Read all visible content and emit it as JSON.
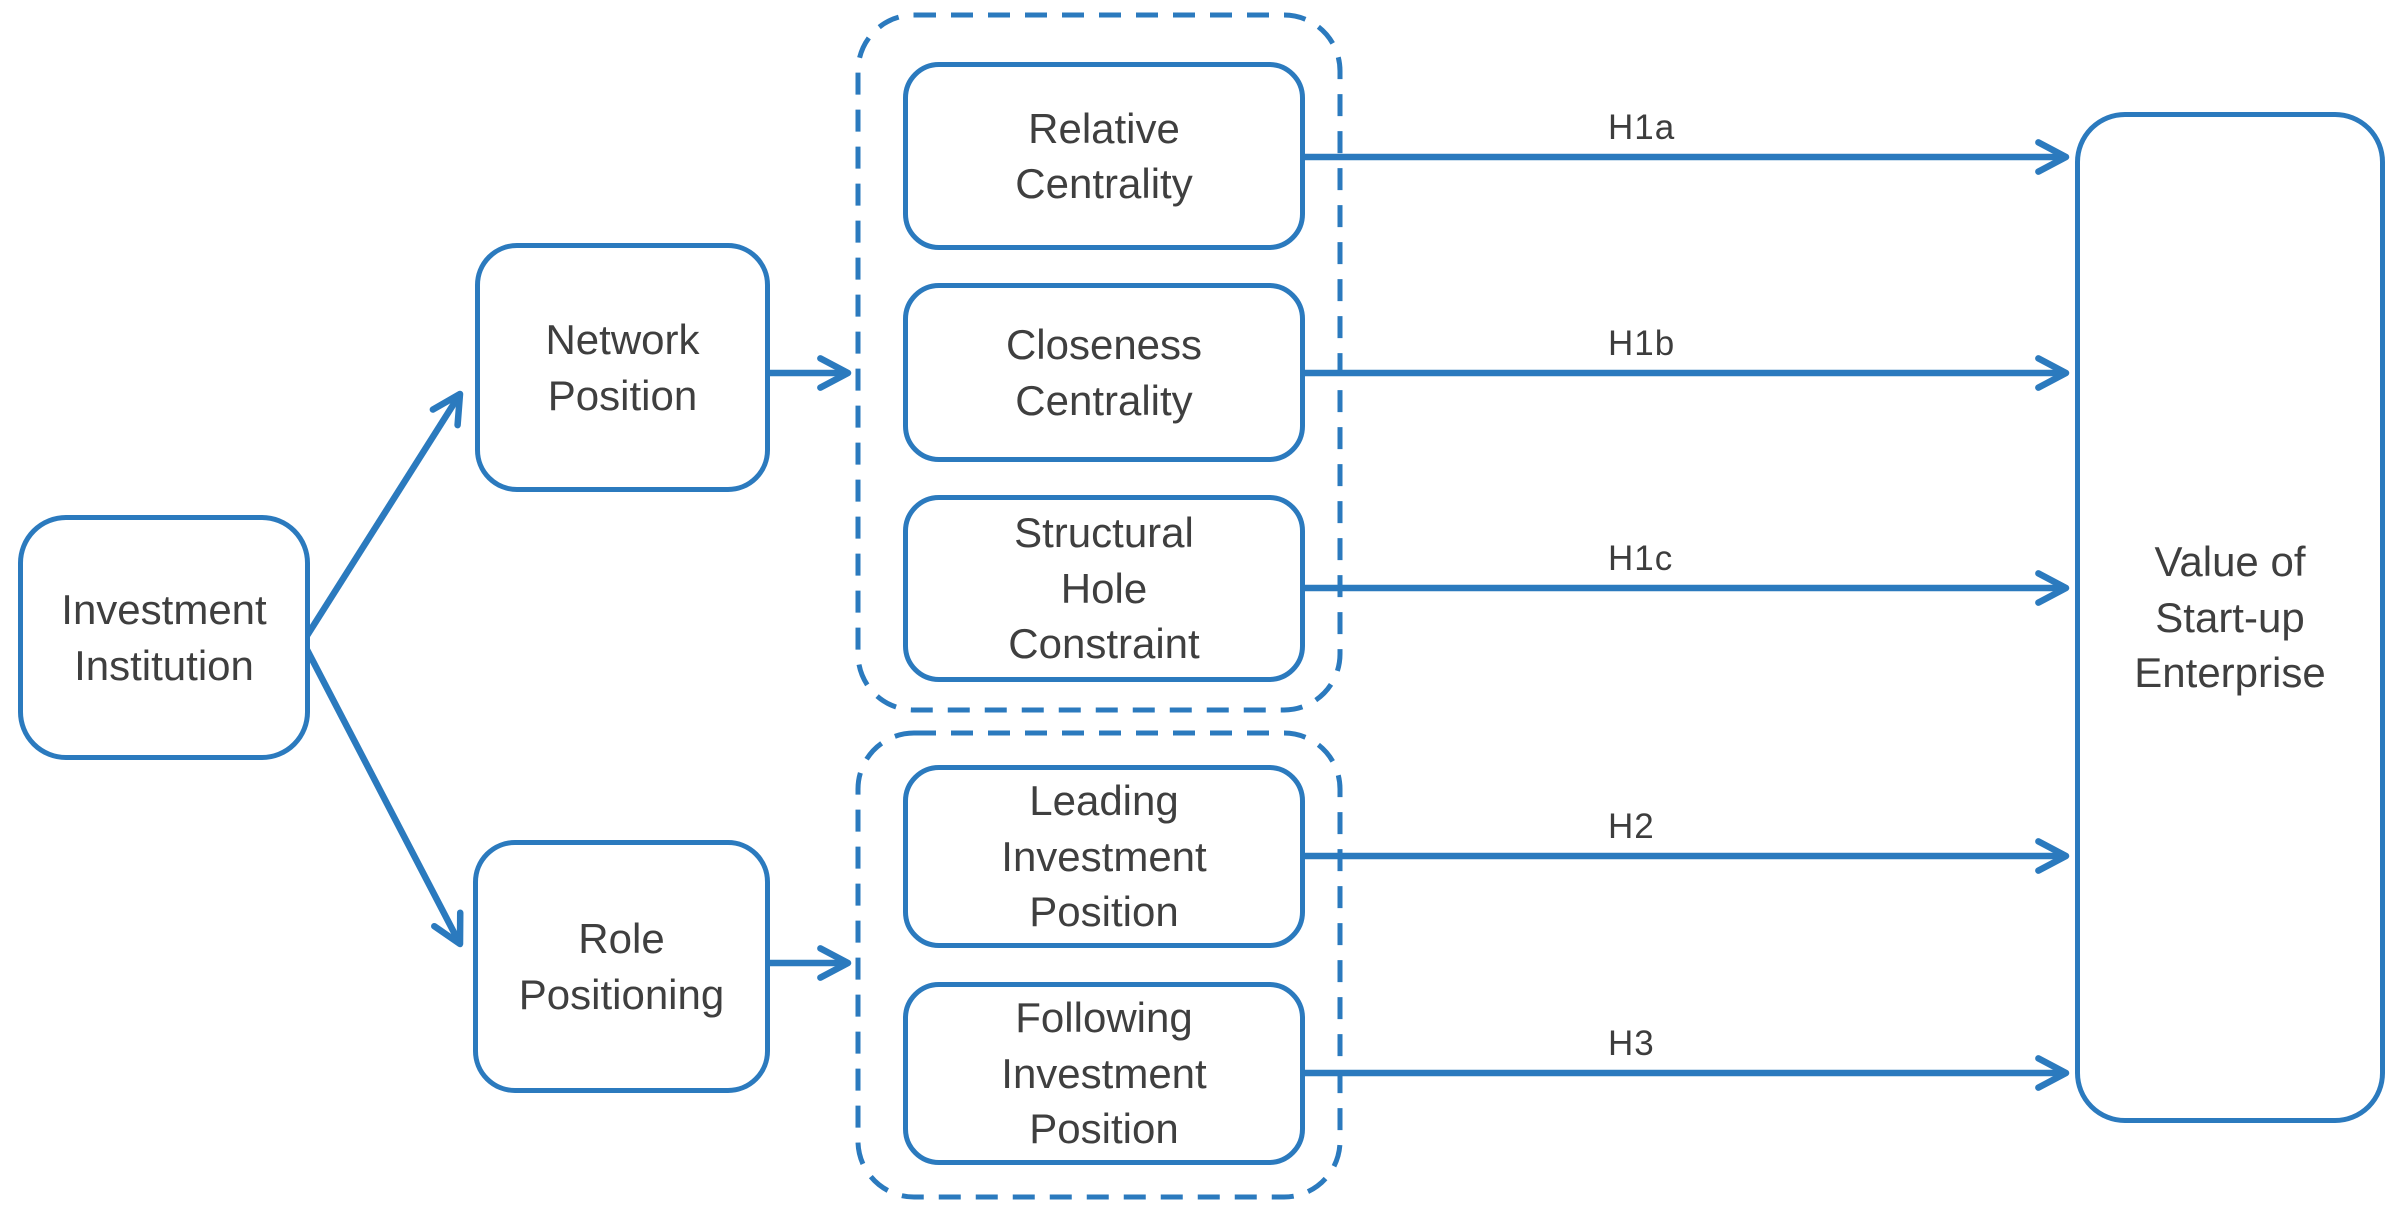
{
  "figure": {
    "type": "hypothesis-model-diagram",
    "accent_color": "#2b7abe",
    "text_color": "#3f3f3f",
    "background_color": "#ffffff",
    "nodes": {
      "investment_institution": "Investment\nInstitution",
      "network_position": "Network\nPosition",
      "role_positioning": "Role\nPositioning",
      "relative_centrality": "Relative\nCentrality",
      "closeness_centrality": "Closeness\nCentrality",
      "structural_hole_constraint": "Structural\nHole\nConstraint",
      "leading_investment_position": "Leading\nInvestment\nPosition",
      "following_investment_position": "Following\nInvestment\nPosition",
      "value_of_startup_enterprise": "Value of\nStart-up\nEnterprise"
    },
    "groups": [
      {
        "name": "network-position-indicators",
        "style": "dashed-rounded",
        "members": [
          "Relative Centrality",
          "Closeness Centrality",
          "Structural Hole Constraint"
        ]
      },
      {
        "name": "role-positioning-indicators",
        "style": "dashed-rounded",
        "members": [
          "Leading Investment Position",
          "Following Investment Position"
        ]
      }
    ],
    "hypotheses": [
      {
        "id": "H1a",
        "from": "Relative Centrality",
        "to": "Value of Start-up Enterprise"
      },
      {
        "id": "H1b",
        "from": "Closeness Centrality",
        "to": "Value of Start-up Enterprise"
      },
      {
        "id": "H1c",
        "from": "Structural Hole Constraint",
        "to": "Value of Start-up Enterprise"
      },
      {
        "id": "H2",
        "from": "Leading Investment Position",
        "to": "Value of Start-up Enterprise"
      },
      {
        "id": "H3",
        "from": "Following Investment Position",
        "to": "Value of Start-up Enterprise"
      }
    ],
    "unlabeled_edges": [
      {
        "from": "Investment Institution",
        "to": "Network Position"
      },
      {
        "from": "Investment Institution",
        "to": "Role Positioning"
      },
      {
        "from": "Network Position",
        "to": "network-position-indicators"
      },
      {
        "from": "Role Positioning",
        "to": "role-positioning-indicators"
      }
    ]
  }
}
